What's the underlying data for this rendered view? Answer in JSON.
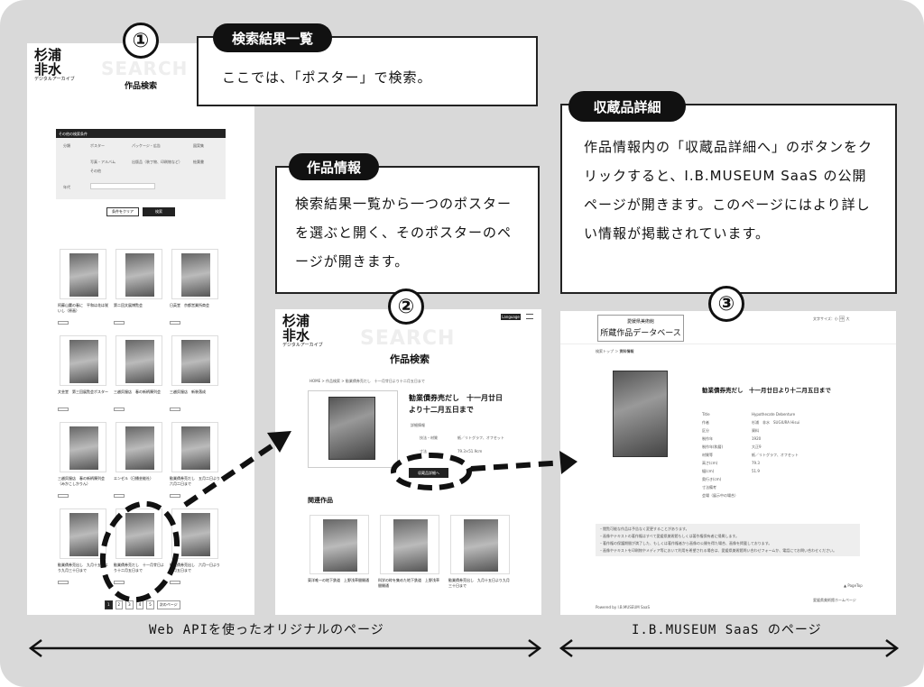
{
  "steps": [
    {
      "number": "①",
      "label": "検索結果一覧",
      "text": "ここでは、「ポスター」で検索。"
    },
    {
      "number": "②",
      "label": "作品情報",
      "text": "検索結果一覧から一つのポスターを選ぶと開く、そのポスターのページが開きます。"
    },
    {
      "number": "③",
      "label": "収蔵品詳細",
      "text": "作品情報内の「収蔵品詳細へ」のボタンをクリックすると、I.B.MUSEUM SaaS の公開ページが開きます。このページにはより詳しい情報が掲載されています。"
    }
  ],
  "site": {
    "logo_line1": "杉浦",
    "logo_line2": "非水",
    "logo_sub": "デジタルアーカイブ",
    "ghost": "SEARCH",
    "title": "作品検索"
  },
  "search_page": {
    "filter_header": "その他の検索条件",
    "category_label": "分類",
    "categories": [
      "ポスター",
      "パッケージ・広告",
      "図案集",
      "写真・アルバム",
      "出版品（装丁物、印刷物など）",
      "絵葉書",
      "その他"
    ],
    "era_label": "年代",
    "clear_button": "条件をクリア",
    "search_button": "検索",
    "pages": [
      "1",
      "2",
      "3",
      "4",
      "5",
      "次のページ"
    ],
    "cards": [
      "阿蘇山麓の春に　平和は花は咲いし（原画）",
      "第二回文展博覧会",
      "日英堂　京都営業所商会",
      "文芸堂　第三回展覧会ポスター",
      "三越呉服店　春の新柄陳列会",
      "三越呉服店　新装落成",
      "三越呉服店　春の新柄陳列会（みかこしかりん）",
      "エンゼル（日播芸能社）",
      "勧業債券売だし　五月二日より六月二日まで",
      "勧業債券売出し　九月十五日より九月三十日まで",
      "勧業債券売だし　十一月廿日より十二月五日まで",
      "勧業債券売出し　六月一日より七月五日まで"
    ]
  },
  "detail_page": {
    "language_button": "Language",
    "breadcrumb": "HOME > 作品検索 > 勧業債券売だし　十一月廿日より十二月五日まで",
    "work_title": "勧業債券売だし　十一月廿日より十二月五日まで",
    "detail_heading": "詳細情報",
    "rows": [
      {
        "k": "技法・材質",
        "v": "紙／リトグラフ、オフセット"
      },
      {
        "k": "寸法",
        "v": "79.3×51.9cm"
      }
    ],
    "detail_button": "収蔵品詳細へ",
    "related_heading": "関連作品",
    "related": [
      "東洋唯一の地下鉄道　上野浅草間開通",
      "科学の粋を集めた地下鉄道　上野浅草間開通",
      "勧業債券売出し　九月十五日より九月三十日まで"
    ]
  },
  "museum_page": {
    "org": "愛媛県美術館",
    "db_title": "所蔵作品データベース",
    "font_size_label": "文字サイズ：",
    "sizes": [
      "小",
      "中",
      "大"
    ],
    "breadcrumb_top": "検索トップ",
    "breadcrumb_current": "資料情報",
    "work_title": "勧業債券売だし　十一月廿日より十二月五日まで",
    "fields": [
      {
        "k": "Title",
        "v": "Hypothecate Debenture"
      },
      {
        "k": "作者",
        "v": "杉浦　非水　SUGIURA Hisui"
      },
      {
        "k": "区分",
        "v": "資料"
      },
      {
        "k": "制作年",
        "v": "1920"
      },
      {
        "k": "制作年(和暦)",
        "v": "大正9"
      },
      {
        "k": "材質等",
        "v": "紙／リトグラフ、オフセット"
      },
      {
        "k": "高さ(cm)",
        "v": "79.3"
      },
      {
        "k": "幅(cm)",
        "v": "51.9"
      },
      {
        "k": "奥行き(cm)",
        "v": ""
      },
      {
        "k": "寸法備考",
        "v": ""
      },
      {
        "k": "会場（展示中の場合）",
        "v": ""
      }
    ],
    "notes": [
      "・閲覧可能な作品は予告なく変更することがあります。",
      "・画像やテキストの著作権はすべて愛媛県美術館もしくは著作権保有者に帰属します。",
      "・著作権の保護期間が満了した、もしくは著作権者から画像の公開を得た場合、画像を掲載しております。",
      "・画像やテキストを印刷物やメディア等において利用を希望される場合は、愛媛県美術館問い合わせフォームか、電話にてお問い合わせください。"
    ],
    "page_top": "▲ PageTop",
    "home_link": "愛媛県美術館ホームページ",
    "powered": "Powered by I.B.MUSEUM SaaS"
  },
  "footer": {
    "left": "Web APIを使ったオリジナルのページ",
    "right": "I.B.MUSEUM SaaS のページ"
  }
}
